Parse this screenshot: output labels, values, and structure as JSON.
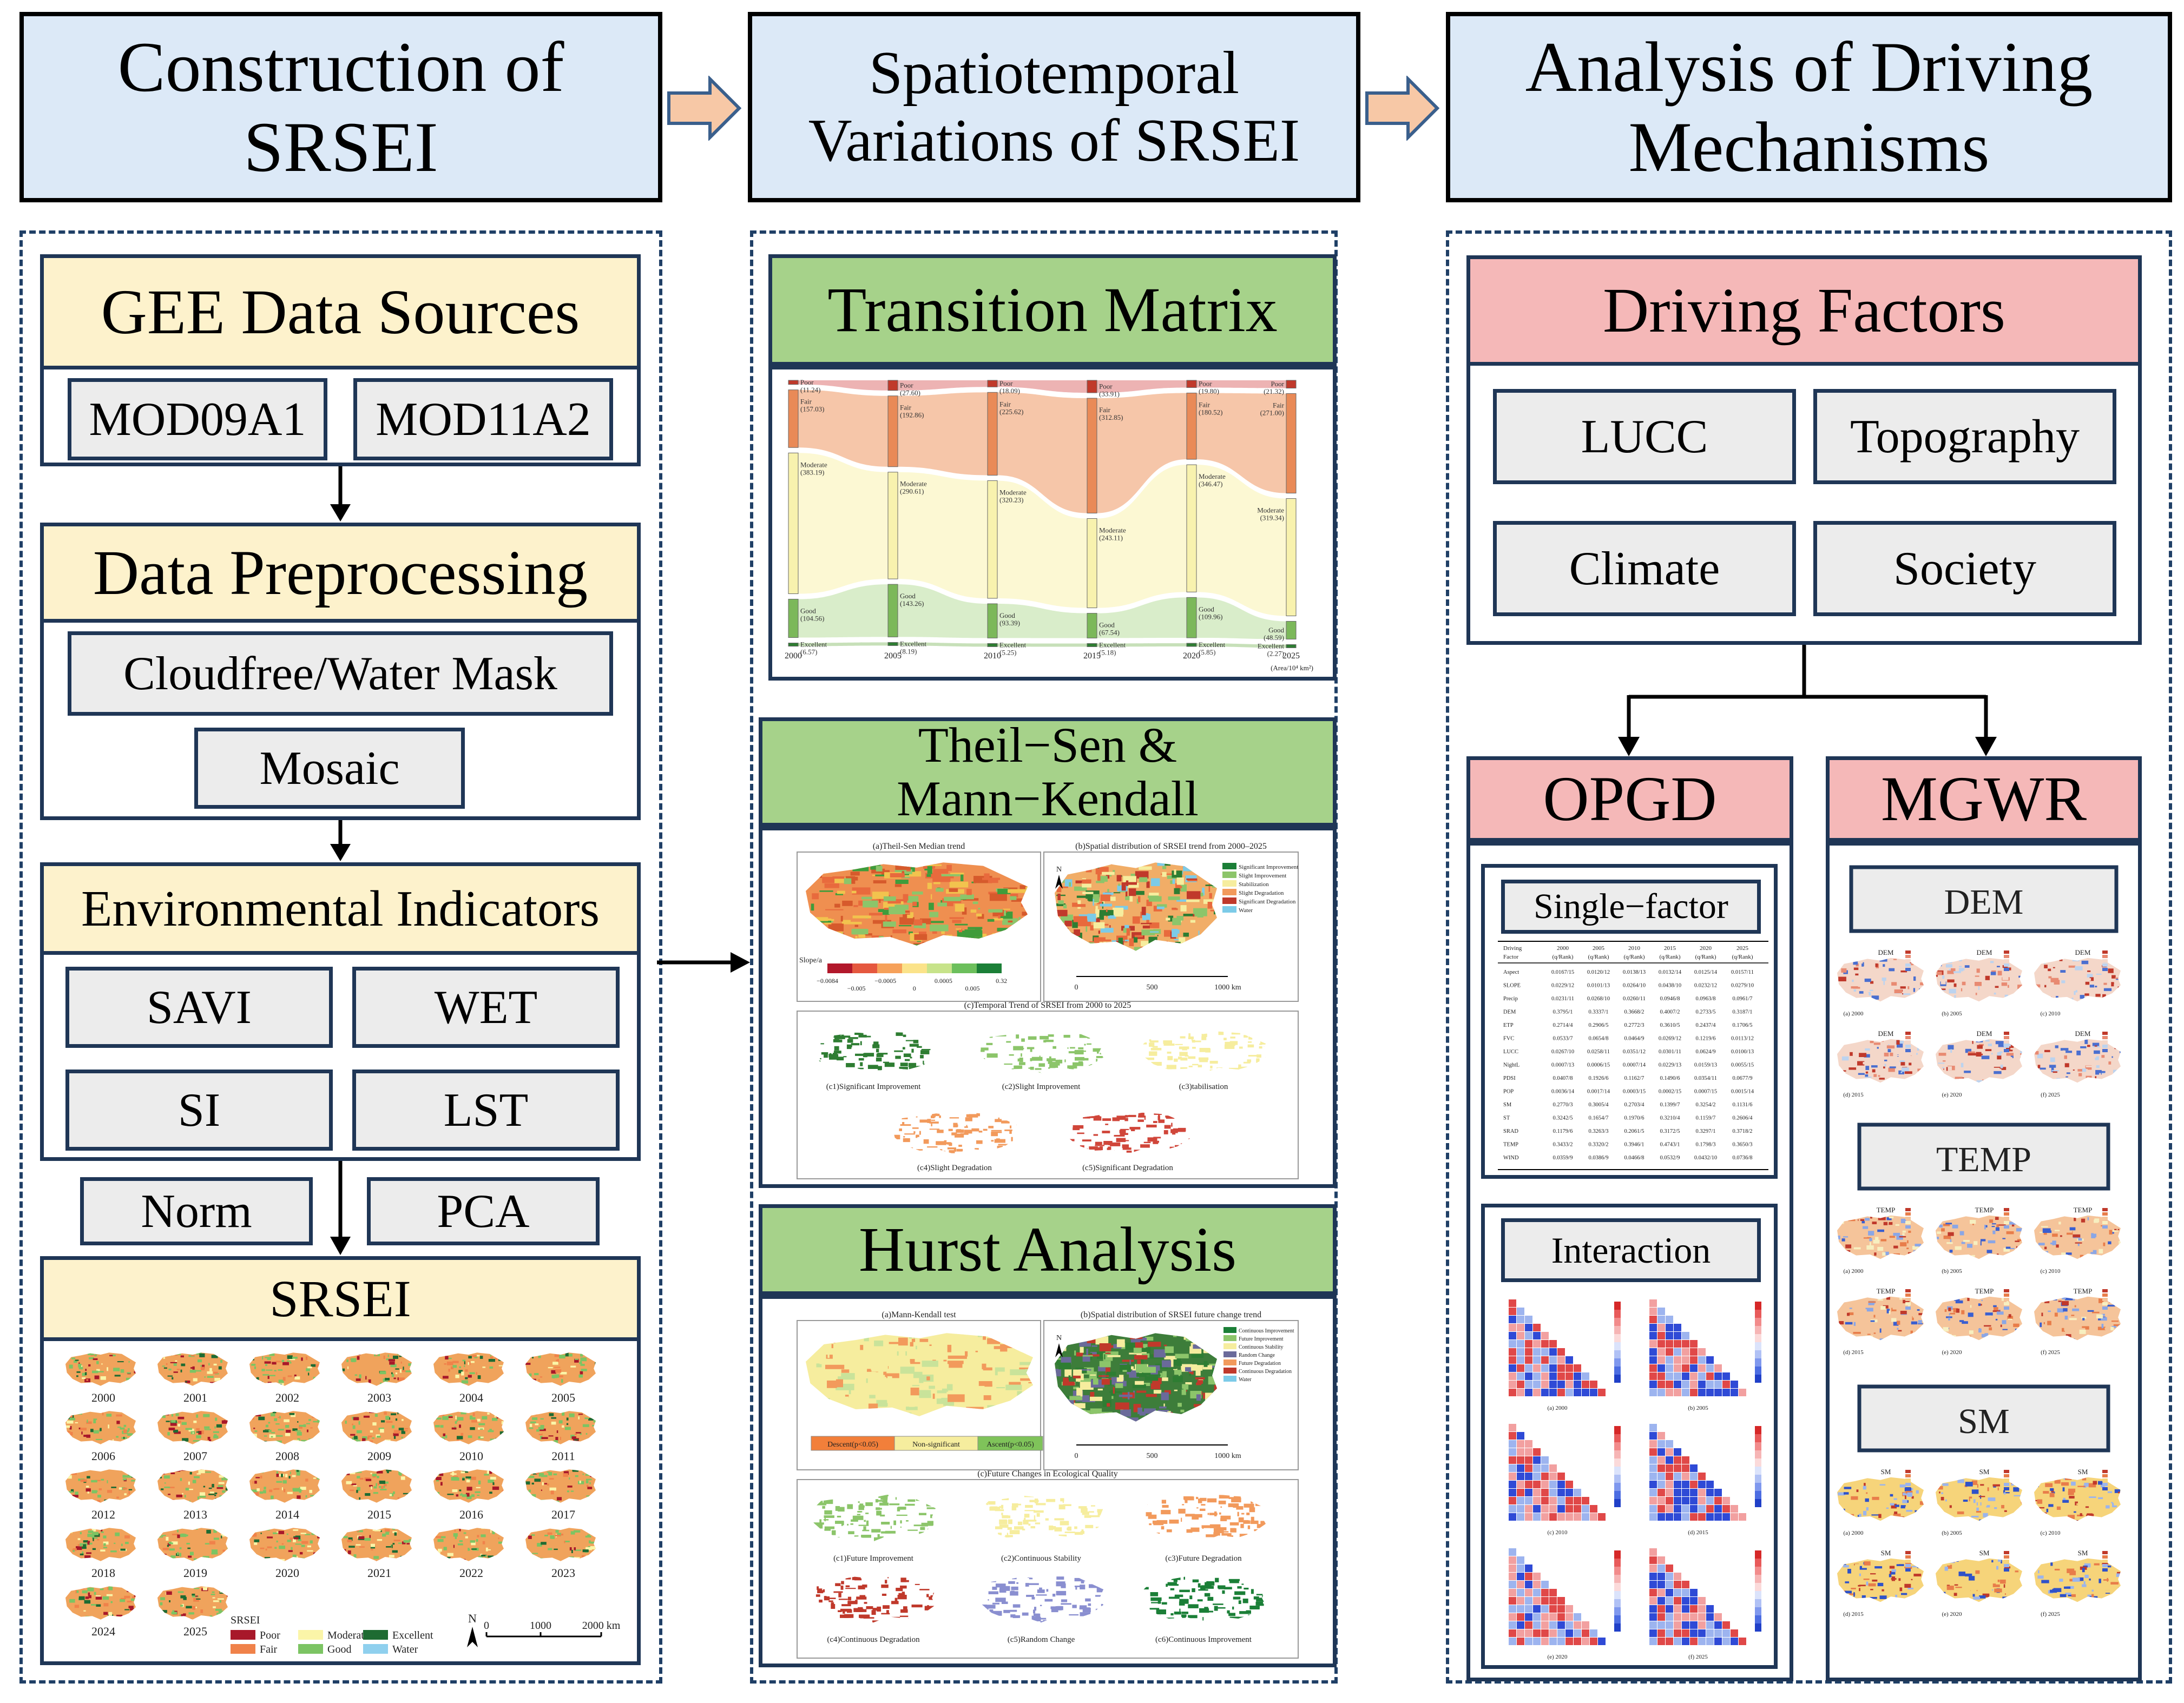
{
  "columns": {
    "construction": {
      "header": "Construction of SRSEI",
      "gee": {
        "title": "GEE Data Sources",
        "items": [
          "MOD09A1",
          "MOD11A2"
        ]
      },
      "preprocessing": {
        "title": "Data Preprocessing",
        "items": [
          "Cloudfree/Water Mask",
          "Mosaic"
        ]
      },
      "indicators": {
        "title": "Environmental Indicators",
        "items": [
          "SAVI",
          "WET",
          "SI",
          "LST"
        ]
      },
      "methods": [
        "Norm",
        "PCA"
      ],
      "srsei": {
        "title": "SRSEI",
        "years": [
          "2000",
          "2001",
          "2002",
          "2003",
          "2004",
          "2005",
          "2006",
          "2007",
          "2008",
          "2009",
          "2010",
          "2011",
          "2012",
          "2013",
          "2014",
          "2015",
          "2016",
          "2017",
          "2018",
          "2019",
          "2020",
          "2021",
          "2022",
          "2023",
          "2024",
          "2025"
        ],
        "legend_title": "SRSEI",
        "legend_items": [
          {
            "label": "Poor",
            "color": "#a8182a"
          },
          {
            "label": "Fair",
            "color": "#f0824a"
          },
          {
            "label": "Moderate",
            "color": "#fbf5a8"
          },
          {
            "label": "Good",
            "color": "#7cc463"
          },
          {
            "label": "Excellent",
            "color": "#1e6b32"
          },
          {
            "label": "Water",
            "color": "#8fd0ee"
          }
        ],
        "north": "N",
        "scale": [
          "0",
          "1000",
          "2000 km"
        ]
      }
    },
    "spatiotemporal": {
      "header": "Spatiotemporal Variations of SRSEI",
      "transition": {
        "title": "Transition Matrix",
        "years": [
          "2000",
          "2005",
          "2010",
          "2015",
          "2020",
          "2025"
        ],
        "units": "(Area/10⁴ km²)",
        "classes": [
          "Poor",
          "Fair",
          "Moderate",
          "Good",
          "Excellent"
        ],
        "values": [
          [
            "(11.24)",
            "(157.03)",
            "(383.19)",
            "(104.56)",
            "(6.57)"
          ],
          [
            "(27.60)",
            "(192.86)",
            "(290.61)",
            "(143.26)",
            "(8.19)"
          ],
          [
            "(18.09)",
            "(225.62)",
            "(320.23)",
            "(93.39)",
            "(5.25)"
          ],
          [
            "(33.91)",
            "(312.85)",
            "(243.11)",
            "(67.54)",
            "(5.18)"
          ],
          [
            "(19.80)",
            "(180.52)",
            "(346.47)",
            "(109.96)",
            "(5.85)"
          ],
          [
            "(21.32)",
            "(271.00)",
            "(319.34)",
            "(48.59)",
            "(2.27)"
          ]
        ]
      },
      "theil": {
        "title": "Theil−Sen & Mann−Kendall",
        "panel_a": "(a)Theil-Sen Median trend",
        "panel_b": "(b)Spatial distribution of SRSEI trend from 2000–2025",
        "slope_label": "Slope/a",
        "slope_ticks": [
          "−0.0084",
          "−0.005",
          "−0.0005",
          "0",
          "0.0005",
          "0.005",
          "0.32"
        ],
        "legend": [
          "Significant Improvement",
          "Slight Improvement",
          "Stabilization",
          "Slight Degradation",
          "Significant Degradation",
          "Water"
        ],
        "panel_c": "(c)Temporal Trend of SRSEI from 2000 to 2025",
        "sub": [
          "(c1)Significant Improvement",
          "(c2)Slight Improvement",
          "(c3)tabilisation",
          "(c4)Slight Degradation",
          "(c5)Significant Degradation"
        ],
        "scale": [
          "0",
          "500",
          "1000 km"
        ],
        "north": "N"
      },
      "hurst": {
        "title": "Hurst Analysis",
        "panel_a": "(a)Mann-Kendall test",
        "panel_b": "(b)Spatial distribution of SRSEI future change trend",
        "mk_legend": [
          "Descent(p<0.05)",
          "Non-significant",
          "Ascent(p<0.05)"
        ],
        "legend": [
          "Continuous Improvement",
          "Future Improvement",
          "Continuous Stability",
          "Random Change",
          "Future Degradation",
          "Continuous Degradation",
          "Water"
        ],
        "panel_c": "(c)Future Changes in Ecological Quality",
        "sub": [
          "(c1)Future Improvement",
          "(c2)Continuous Stability",
          "(c3)Future Degradation",
          "(c4)Continuous Degradation",
          "(c5)Random Change",
          "(c6)Continuous Improvement"
        ],
        "scale": [
          "0",
          "500",
          "1000 km"
        ],
        "north": "N"
      }
    },
    "mechanisms": {
      "header": "Analysis of Driving Mechanisms",
      "factors": {
        "title": "Driving Factors",
        "items": [
          "LUCC",
          "Topography",
          "Climate",
          "Society"
        ]
      },
      "opgd": {
        "title": "OPGD",
        "single": "Single−factor",
        "table_header": [
          "Driving Factor",
          "2000 (q/Rank)",
          "2005 (q/Rank)",
          "2010 (q/Rank)",
          "2015 (q/Rank)",
          "2020 (q/Rank)",
          "2025 (q/Rank)"
        ],
        "table_rows": [
          [
            "Aspect",
            "0.0167/15",
            "0.0120/12",
            "0.0138/13",
            "0.0132/14",
            "0.0125/14",
            "0.0157/11"
          ],
          [
            "SLOPE",
            "0.0229/12",
            "0.0101/13",
            "0.0264/10",
            "0.0438/10",
            "0.0232/12",
            "0.0279/10"
          ],
          [
            "Precip",
            "0.0231/11",
            "0.0268/10",
            "0.0260/11",
            "0.0946/8",
            "0.0963/8",
            "0.0961/7"
          ],
          [
            "DEM",
            "0.3795/1",
            "0.3337/1",
            "0.3668/2",
            "0.4007/2",
            "0.2733/5",
            "0.3187/1"
          ],
          [
            "ETP",
            "0.2714/4",
            "0.2906/5",
            "0.2772/3",
            "0.3610/5",
            "0.2437/4",
            "0.1706/5"
          ],
          [
            "FVC",
            "0.0533/7",
            "0.0654/8",
            "0.0464/9",
            "0.0269/12",
            "0.1219/6",
            "0.0113/12"
          ],
          [
            "LUCC",
            "0.0267/10",
            "0.0258/11",
            "0.0351/12",
            "0.0301/11",
            "0.0624/9",
            "0.0100/13"
          ],
          [
            "NightL",
            "0.0007/13",
            "0.0006/15",
            "0.0007/14",
            "0.0229/13",
            "0.0159/13",
            "0.0055/15"
          ],
          [
            "PDSI",
            "0.0407/8",
            "0.1926/6",
            "0.1162/7",
            "0.1490/6",
            "0.0354/11",
            "0.0677/9"
          ],
          [
            "POP",
            "0.0036/14",
            "0.0017/14",
            "0.0003/15",
            "0.0002/15",
            "0.0007/15",
            "0.0015/14"
          ],
          [
            "SM",
            "0.2770/3",
            "0.3005/4",
            "0.2703/4",
            "0.1399/7",
            "0.3254/2",
            "0.1131/6"
          ],
          [
            "ST",
            "0.3242/5",
            "0.1654/7",
            "0.1970/6",
            "0.3210/4",
            "0.1159/7",
            "0.2606/4"
          ],
          [
            "SRAD",
            "0.1179/6",
            "0.3263/3",
            "0.2061/5",
            "0.3172/5",
            "0.3297/1",
            "0.3718/2"
          ],
          [
            "TEMP",
            "0.3433/2",
            "0.3320/2",
            "0.3946/1",
            "0.4743/1",
            "0.1798/3",
            "0.3650/3"
          ],
          [
            "WIND",
            "0.0359/9",
            "0.0386/9",
            "0.0466/8",
            "0.0532/9",
            "0.0432/10",
            "0.0736/8"
          ]
        ],
        "interaction": "Interaction",
        "interaction_captions": [
          "(a) 2000",
          "(b) 2005",
          "(c) 2010",
          "(d) 2015",
          "(e) 2020",
          "(f) 2025"
        ]
      },
      "mgwr": {
        "title": "MGWR",
        "groups": [
          {
            "label": "DEM",
            "map_title": "DEM"
          },
          {
            "label": "TEMP",
            "map_title": "TEMP"
          },
          {
            "label": "SM",
            "map_title": "SM"
          }
        ],
        "captions": [
          "(a) 2000",
          "(b) 2005",
          "(c) 2010",
          "(d) 2015",
          "(e) 2020",
          "(f) 2025"
        ]
      }
    }
  },
  "colors": {
    "header_bg": "#dce9f7",
    "yellow": "#fdf2cc",
    "green": "#a6d28a",
    "pink": "#f5b8b8",
    "grey": "#ececec",
    "navy": "#1f3656",
    "arrow_fill": "#f7c8a6",
    "arrow_stroke": "#3a5f8c"
  }
}
